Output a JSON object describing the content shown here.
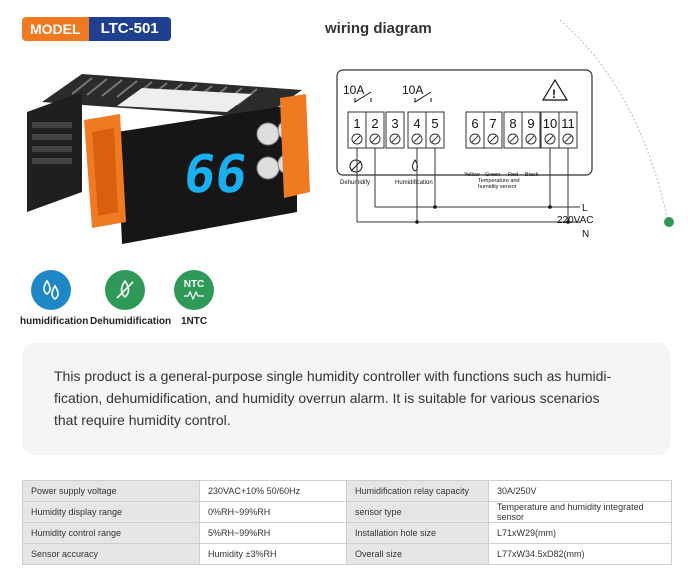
{
  "header": {
    "model_label": "MODEL",
    "model_name": "LTC-501"
  },
  "wiring": {
    "title": "wiring diagram",
    "relay1": "10A",
    "relay2": "10A",
    "terminals": [
      "1",
      "2",
      "3",
      "4",
      "5",
      "6",
      "7",
      "8",
      "9",
      "10",
      "11"
    ],
    "dehumidify_label": "Dehumidify",
    "humidification_label": "Humidification",
    "wire_yellow": "Yellow",
    "wire_green": "Green",
    "wire_red": "Red",
    "wire_black": "Black",
    "sensor_label_1": "Temperature and",
    "sensor_label_2": "humidity sensor",
    "line_L": "L",
    "voltage": "220VAC",
    "line_N": "N",
    "warning_symbol": "!"
  },
  "device": {
    "display_value": "66"
  },
  "features": [
    {
      "label": "humidification",
      "icon": "water-drops-icon",
      "color": "#1e88c7"
    },
    {
      "label": "Dehumidification",
      "icon": "no-water-icon",
      "color": "#2f9a57"
    },
    {
      "label": "1NTC",
      "icon": "ntc-icon",
      "icon_text": "NTC",
      "color": "#2f9a57"
    }
  ],
  "description": "This product is a general-purpose single humidity controller with functions such as humidi-fication, dehumidification, and humidity overrun alarm. It is suitable for various scenarios that require humidity control.",
  "specs": [
    {
      "k1": "Power supply voltage",
      "v1": "230VAC+10% 50/60Hz",
      "k2": "Humidification relay capacity",
      "v2": "30A/250V"
    },
    {
      "k1": "Humidity display range",
      "v1": "0%RH~99%RH",
      "k2": "sensor type",
      "v2": "Temperature and humidity integrated sensor"
    },
    {
      "k1": "Humidity control range",
      "v1": "5%RH~99%RH",
      "k2": "Installation hole size",
      "v2": "L71xW29(mm)"
    },
    {
      "k1": "Sensor accuracy",
      "v1": "Humidity ±3%RH",
      "k2": "Overall size",
      "v2": "L77xW34.5xD82(mm)"
    }
  ],
  "colors": {
    "accent_orange": "#f07a22",
    "brand_blue": "#1f3f8f",
    "display_blue": "#1ab0f0",
    "dot_green": "#2f9a57"
  }
}
